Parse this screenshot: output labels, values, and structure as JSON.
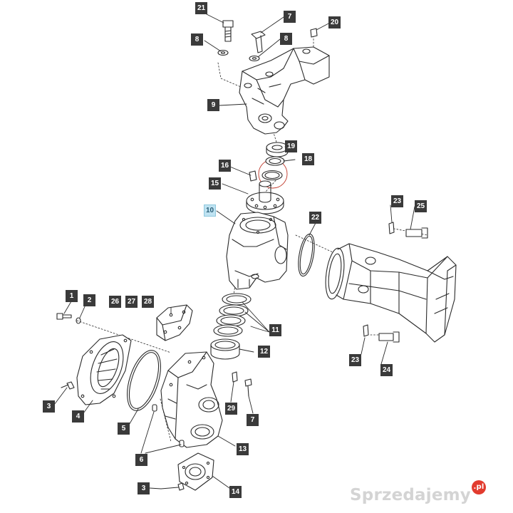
{
  "diagram": {
    "callouts": {
      "p21": "21",
      "p7a": "7",
      "p20": "20",
      "p8a": "8",
      "p8b": "8",
      "p9": "9",
      "p19": "19",
      "p18": "18",
      "p16": "16",
      "p15": "15",
      "p10": "10",
      "p22": "22",
      "p23a": "23",
      "p25": "25",
      "p1": "1",
      "p2": "2",
      "p26": "26",
      "p27": "27",
      "p28": "28",
      "p11": "11",
      "p12": "12",
      "p23b": "23",
      "p24": "24",
      "p3a": "3",
      "p4": "4",
      "p29": "29",
      "p7b": "7",
      "p5": "5",
      "p6": "6",
      "p13": "13",
      "p3b": "3",
      "p14": "14"
    },
    "highlighted_part": "10",
    "colors": {
      "line": "#2a2a2a",
      "callout_bg": "#3a3a3a",
      "callout_highlight_bg": "#bfe3f2",
      "seal_highlight": "#c0392b"
    }
  },
  "watermark": {
    "text": "Sprzedajemy",
    "badge": ".pl"
  }
}
